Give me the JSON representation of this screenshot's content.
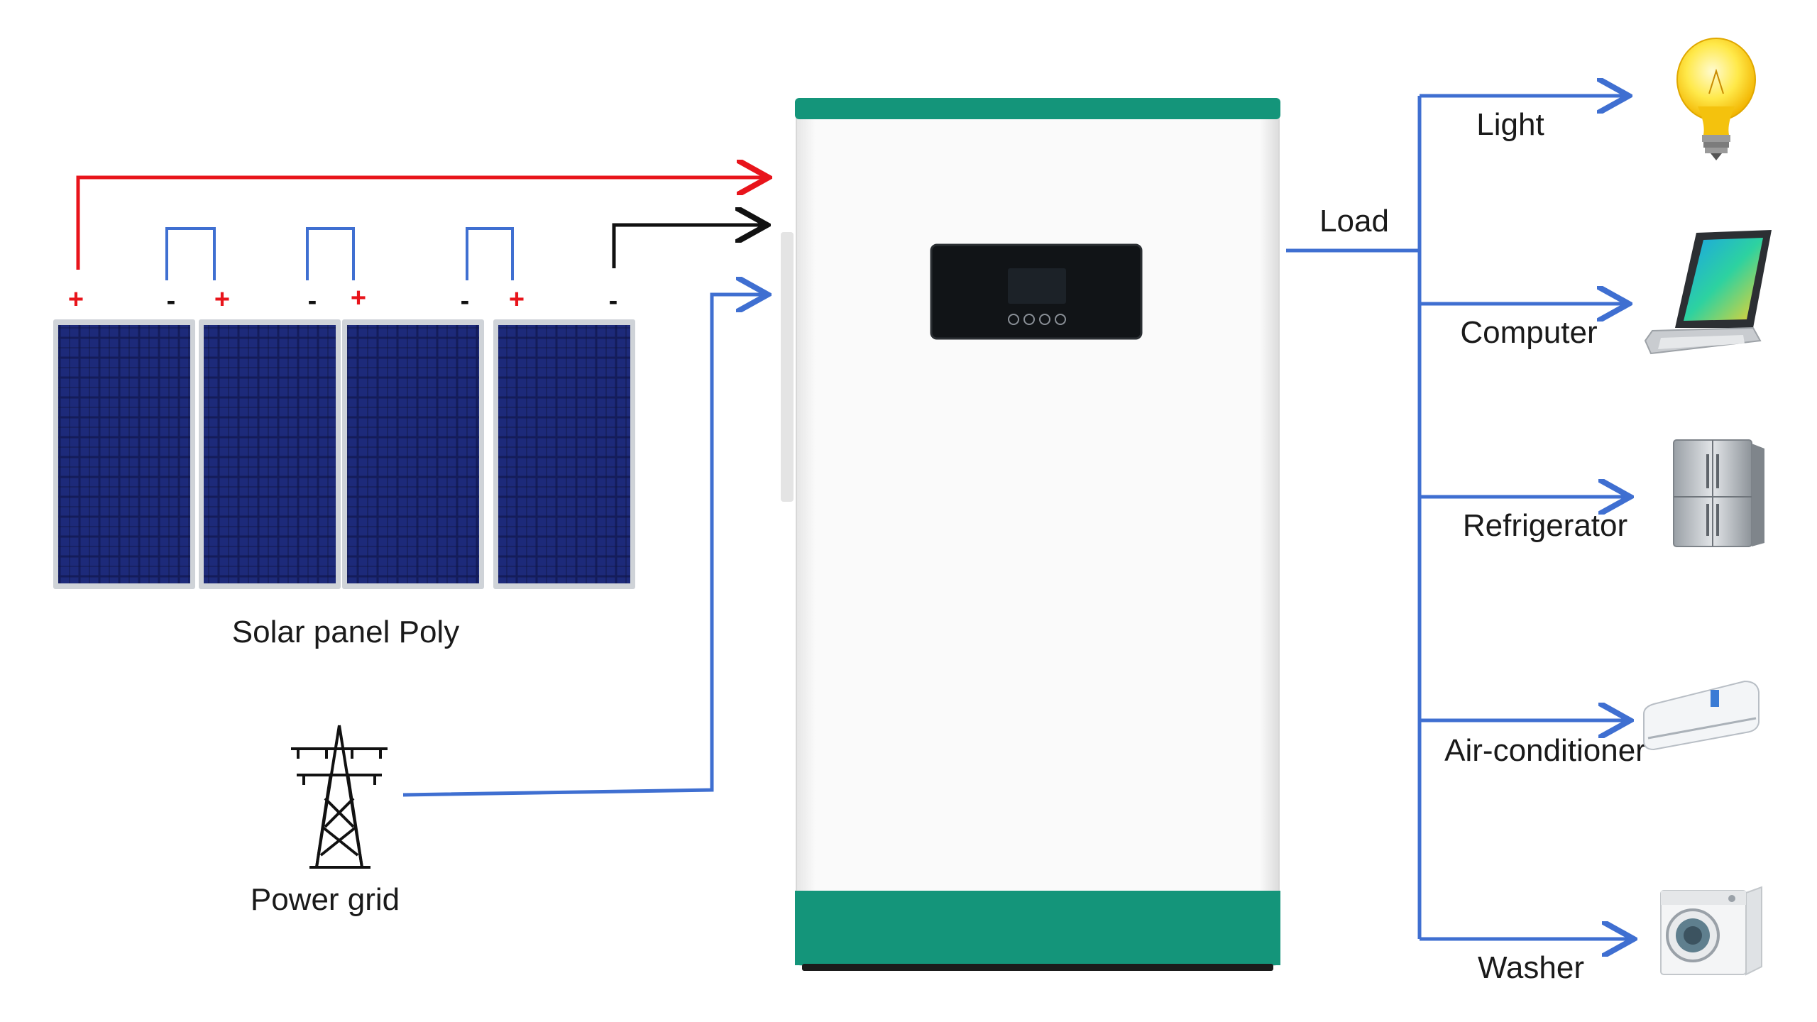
{
  "solar": {
    "label": "Solar panel Poly",
    "terminals": [
      "+",
      "-",
      "+",
      "-",
      "+",
      "-",
      "+",
      "-"
    ]
  },
  "grid": {
    "label": "Power grid"
  },
  "load": {
    "label": "Load"
  },
  "appliances": [
    {
      "label": "Light",
      "icon": "light-bulb-icon"
    },
    {
      "label": "Computer",
      "icon": "laptop-icon"
    },
    {
      "label": "Refrigerator",
      "icon": "refrigerator-icon"
    },
    {
      "label": "Air-conditioner",
      "icon": "air-conditioner-icon"
    },
    {
      "label": "Washer",
      "icon": "washing-machine-icon"
    }
  ],
  "colors": {
    "positive": "#e8141b",
    "negative": "#111111",
    "grid_line": "#3f6fd1",
    "inverter_accent": "#14957a",
    "panel_blue": "#141c5a"
  }
}
